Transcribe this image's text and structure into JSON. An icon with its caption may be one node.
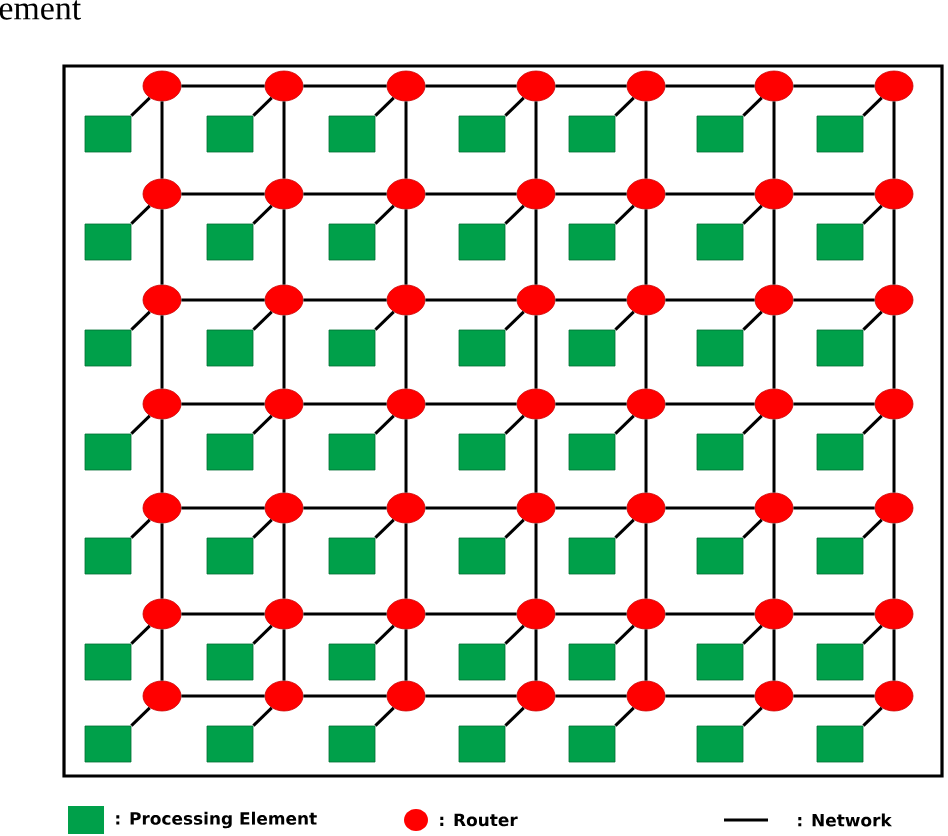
{
  "diagram": {
    "nodes": [
      {
        "text": [],
        "shape": "circle"
      },
      {
        "text": [],
        "shape": "circle"
      },
      {
        "text": [],
        "shape": "circle"
      },
      {
        "text": [],
        "shape": "circle"
      },
      {
        "text": [],
        "shape": "circle"
      },
      {
        "text": [],
        "shape": "circle"
      },
      {
        "text": [],
        "shape": "circle"
      },
      {
        "text": [],
        "shape": "circle"
      },
      {
        "text": [],
        "shape": "circle"
      },
      {
        "text": [],
        "shape": "circle"
      },
      {
        "text": [],
        "shape": "circle"
      },
      {
        "text": [],
        "shape": "circle"
      },
      {
        "text": [],
        "shape": "circle"
      },
      {
        "text": [],
        "shape": "circle"
      },
      {
        "text": [],
        "shape": "circle"
      },
      {
        "text": [],
        "shape": "circle"
      },
      {
        "text": [],
        "shape": "circle"
      },
      {
        "text": [],
        "shape": "circle"
      },
      {
        "text": [],
        "shape": "circle"
      },
      {
        "text": [],
        "shape": "circle"
      },
      {
        "text": [],
        "shape": "circle"
      },
      {
        "text": [],
        "shape": "circle"
      },
      {
        "text": [],
        "shape": "circle"
      },
      {
        "text": [],
        "shape": "circle"
      },
      {
        "text": [],
        "shape": "circle"
      },
      {
        "text": [],
        "shape": "circle"
      },
      {
        "text": [],
        "shape": "circle"
      },
      {
        "text": [],
        "shape": "circle"
      },
      {
        "text": [],
        "shape": "circle"
      },
      {
        "text": [],
        "shape": "circle"
      },
      {
        "text": [],
        "shape": "circle"
      },
      {
        "text": [],
        "shape": "circle"
      },
      {
        "text": [],
        "shape": "circle"
      },
      {
        "text": [],
        "shape": "circle"
      },
      {
        "text": [],
        "shape": "circle"
      },
      {
        "text": [],
        "shape": "circle"
      },
      {
        "text": [],
        "shape": "circle"
      },
      {
        "text": [],
        "shape": "circle"
      },
      {
        "text": [],
        "shape": "circle"
      },
      {
        "text": [],
        "shape": "circle"
      },
      {
        "text": [],
        "shape": "circle"
      },
      {
        "text": [],
        "shape": "circle"
      },
      {
        "text": [],
        "shape": "circle"
      },
      {
        "text": [],
        "shape": "circle"
      },
      {
        "text": [],
        "shape": "circle"
      },
      {
        "text": [],
        "shape": "circle"
      },
      {
        "text": [],
        "shape": "circle"
      },
      {
        "text": [],
        "shape": "circle"
      },
      {
        "text": [],
        "shape": "circle"
      },
      {
        "text": [],
        "shape": "box"
      },
      {
        "text": [],
        "shape": "box"
      },
      {
        "text": [],
        "shape": "box"
      },
      {
        "text": [],
        "shape": "box"
      },
      {
        "text": [],
        "shape": "box"
      },
      {
        "text": [],
        "shape": "box"
      },
      {
        "text": [],
        "shape": "box"
      },
      {
        "text": [],
        "shape": "box"
      },
      {
        "text": [],
        "shape": "box"
      },
      {
        "text": [],
        "shape": "box"
      },
      {
        "text": [],
        "shape": "box"
      },
      {
        "text": [],
        "shape": "box"
      },
      {
        "text": [],
        "shape": "box"
      },
      {
        "text": [],
        "shape": "box"
      },
      {
        "text": [],
        "shape": "box"
      },
      {
        "text": [],
        "shape": "box"
      },
      {
        "text": [],
        "shape": "box"
      },
      {
        "text": [],
        "shape": "box"
      },
      {
        "text": [],
        "shape": "box"
      },
      {
        "text": [],
        "shape": "box"
      },
      {
        "text": [],
        "shape": "box"
      },
      {
        "text": [],
        "shape": "box"
      },
      {
        "text": [],
        "shape": "box"
      },
      {
        "text": [],
        "shape": "box"
      },
      {
        "text": [],
        "shape": "box"
      },
      {
        "text": [],
        "shape": "box"
      },
      {
        "text": [],
        "shape": "box"
      },
      {
        "text": [],
        "shape": "box"
      },
      {
        "text": [],
        "shape": "box"
      },
      {
        "text": [],
        "shape": "box"
      },
      {
        "text": [],
        "shape": "box"
      },
      {
        "text": [],
        "shape": "box"
      },
      {
        "text": [],
        "shape": "box"
      },
      {
        "text": [],
        "shape": "box"
      },
      {
        "text": [],
        "shape": "box"
      },
      {
        "text": [],
        "shape": "box"
      },
      {
        "text": [],
        "shape": "box"
      },
      {
        "text": [],
        "shape": "box"
      },
      {
        "text": [],
        "shape": "box"
      },
      {
        "text": [],
        "shape": "box"
      },
      {
        "text": [],
        "shape": "box"
      },
      {
        "text": [],
        "shape": "box"
      },
      {
        "text": [],
        "shape": "box"
      },
      {
        "text": [],
        "shape": "box"
      },
      {
        "text": [],
        "shape": "box"
      },
      {
        "text": [],
        "shape": "box"
      },
      {
        "text": [],
        "shape": "box"
      },
      {
        "text": [],
        "shape": "box"
      },
      {
        "text": [],
        "shape": "box"
      }
    ],
    "edges": [
      {
        "from": 0,
        "to": 1,
        "arrow": "none"
      },
      {
        "from": 1,
        "to": 2,
        "arrow": "none"
      },
      {
        "from": 2,
        "to": 3,
        "arrow": "none"
      },
      {
        "from": 3,
        "to": 4,
        "arrow": "none"
      },
      {
        "from": 4,
        "to": 5,
        "arrow": "none"
      },
      {
        "from": 5,
        "to": 6,
        "arrow": "none"
      },
      {
        "from": 7,
        "to": 8,
        "arrow": "none"
      },
      {
        "from": 8,
        "to": 9,
        "arrow": "none"
      },
      {
        "from": 9,
        "to": 10,
        "arrow": "none"
      },
      {
        "from": 10,
        "to": 11,
        "arrow": "none"
      },
      {
        "from": 11,
        "to": 12,
        "arrow": "none"
      },
      {
        "from": 12,
        "to": 13,
        "arrow": "none"
      },
      {
        "from": 14,
        "to": 15,
        "arrow": "none"
      },
      {
        "from": 15,
        "to": 16,
        "arrow": "none"
      },
      {
        "from": 16,
        "to": 17,
        "arrow": "none"
      },
      {
        "from": 17,
        "to": 18,
        "arrow": "none"
      },
      {
        "from": 18,
        "to": 19,
        "arrow": "none"
      },
      {
        "from": 19,
        "to": 20,
        "arrow": "none"
      },
      {
        "from": 21,
        "to": 22,
        "arrow": "none"
      },
      {
        "from": 22,
        "to": 23,
        "arrow": "none"
      },
      {
        "from": 23,
        "to": 24,
        "arrow": "none"
      },
      {
        "from": 24,
        "to": 25,
        "arrow": "none"
      },
      {
        "from": 25,
        "to": 26,
        "arrow": "none"
      },
      {
        "from": 26,
        "to": 27,
        "arrow": "none"
      },
      {
        "from": 28,
        "to": 29,
        "arrow": "none"
      },
      {
        "from": 29,
        "to": 30,
        "arrow": "none"
      },
      {
        "from": 30,
        "to": 31,
        "arrow": "none"
      },
      {
        "from": 31,
        "to": 32,
        "arrow": "none"
      },
      {
        "from": 32,
        "to": 33,
        "arrow": "none"
      },
      {
        "from": 33,
        "to": 34,
        "arrow": "none"
      },
      {
        "from": 35,
        "to": 36,
        "arrow": "none"
      },
      {
        "from": 36,
        "to": 37,
        "arrow": "none"
      },
      {
        "from": 37,
        "to": 38,
        "arrow": "none"
      },
      {
        "from": 38,
        "to": 39,
        "arrow": "none"
      },
      {
        "from": 39,
        "to": 40,
        "arrow": "none"
      },
      {
        "from": 40,
        "to": 41,
        "arrow": "none"
      },
      {
        "from": 42,
        "to": 43,
        "arrow": "none"
      },
      {
        "from": 43,
        "to": 44,
        "arrow": "none"
      },
      {
        "from": 44,
        "to": 45,
        "arrow": "none"
      },
      {
        "from": 45,
        "to": 46,
        "arrow": "none"
      },
      {
        "from": 46,
        "to": 47,
        "arrow": "none"
      },
      {
        "from": 47,
        "to": 48,
        "arrow": "none"
      },
      {
        "from": 0,
        "to": 7,
        "arrow": "none"
      },
      {
        "from": 1,
        "to": 8,
        "arrow": "none"
      },
      {
        "from": 2,
        "to": 9,
        "arrow": "none"
      },
      {
        "from": 3,
        "to": 10,
        "arrow": "none"
      },
      {
        "from": 4,
        "to": 11,
        "arrow": "none"
      },
      {
        "from": 5,
        "to": 12,
        "arrow": "none"
      },
      {
        "from": 6,
        "to": 13,
        "arrow": "none"
      },
      {
        "from": 7,
        "to": 14,
        "arrow": "none"
      },
      {
        "from": 8,
        "to": 15,
        "arrow": "none"
      },
      {
        "from": 9,
        "to": 16,
        "arrow": "none"
      },
      {
        "from": 10,
        "to": 17,
        "arrow": "none"
      },
      {
        "from": 11,
        "to": 18,
        "arrow": "none"
      },
      {
        "from": 12,
        "to": 19,
        "arrow": "none"
      },
      {
        "from": 13,
        "to": 20,
        "arrow": "none"
      },
      {
        "from": 14,
        "to": 21,
        "arrow": "none"
      },
      {
        "from": 15,
        "to": 22,
        "arrow": "none"
      },
      {
        "from": 16,
        "to": 23,
        "arrow": "none"
      },
      {
        "from": 17,
        "to": 24,
        "arrow": "none"
      },
      {
        "from": 18,
        "to": 25,
        "arrow": "none"
      },
      {
        "from": 19,
        "to": 26,
        "arrow": "none"
      },
      {
        "from": 20,
        "to": 27,
        "arrow": "none"
      },
      {
        "from": 21,
        "to": 28,
        "arrow": "none"
      },
      {
        "from": 22,
        "to": 29,
        "arrow": "none"
      },
      {
        "from": 23,
        "to": 30,
        "arrow": "none"
      },
      {
        "from": 24,
        "to": 31,
        "arrow": "none"
      },
      {
        "from": 25,
        "to": 32,
        "arrow": "none"
      },
      {
        "from": 26,
        "to": 33,
        "arrow": "none"
      },
      {
        "from": 27,
        "to": 34,
        "arrow": "none"
      },
      {
        "from": 28,
        "to": 35,
        "arrow": "none"
      },
      {
        "from": 29,
        "to": 36,
        "arrow": "none"
      },
      {
        "from": 30,
        "to": 37,
        "arrow": "none"
      },
      {
        "from": 31,
        "to": 38,
        "arrow": "none"
      },
      {
        "from": 32,
        "to": 39,
        "arrow": "none"
      },
      {
        "from": 33,
        "to": 40,
        "arrow": "none"
      },
      {
        "from": 34,
        "to": 41,
        "arrow": "none"
      },
      {
        "from": 35,
        "to": 42,
        "arrow": "none"
      },
      {
        "from": 36,
        "to": 43,
        "arrow": "none"
      },
      {
        "from": 37,
        "to": 44,
        "arrow": "none"
      },
      {
        "from": 38,
        "to": 45,
        "arrow": "none"
      },
      {
        "from": 39,
        "to": 46,
        "arrow": "none"
      },
      {
        "from": 40,
        "to": 47,
        "arrow": "none"
      },
      {
        "from": 41,
        "to": 48,
        "arrow": "none"
      },
      {
        "from": 49,
        "to": 0,
        "arrow": "none"
      },
      {
        "from": 50,
        "to": 1,
        "arrow": "none"
      },
      {
        "from": 51,
        "to": 2,
        "arrow": "none"
      },
      {
        "from": 52,
        "to": 3,
        "arrow": "none"
      },
      {
        "from": 53,
        "to": 4,
        "arrow": "none"
      },
      {
        "from": 54,
        "to": 5,
        "arrow": "none"
      },
      {
        "from": 55,
        "to": 6,
        "arrow": "none"
      },
      {
        "from": 56,
        "to": 7,
        "arrow": "none"
      },
      {
        "from": 57,
        "to": 8,
        "arrow": "none"
      },
      {
        "from": 58,
        "to": 9,
        "arrow": "none"
      },
      {
        "from": 59,
        "to": 10,
        "arrow": "none"
      },
      {
        "from": 60,
        "to": 11,
        "arrow": "none"
      },
      {
        "from": 61,
        "to": 12,
        "arrow": "none"
      },
      {
        "from": 62,
        "to": 13,
        "arrow": "none"
      },
      {
        "from": 63,
        "to": 14,
        "arrow": "none"
      },
      {
        "from": 64,
        "to": 15,
        "arrow": "none"
      },
      {
        "from": 65,
        "to": 16,
        "arrow": "none"
      },
      {
        "from": 66,
        "to": 17,
        "arrow": "none"
      },
      {
        "from": 67,
        "to": 18,
        "arrow": "none"
      },
      {
        "from": 68,
        "to": 19,
        "arrow": "none"
      },
      {
        "from": 69,
        "to": 20,
        "arrow": "none"
      },
      {
        "from": 70,
        "to": 21,
        "arrow": "none"
      },
      {
        "from": 71,
        "to": 22,
        "arrow": "none"
      },
      {
        "from": 72,
        "to": 23,
        "arrow": "none"
      },
      {
        "from": 73,
        "to": 24,
        "arrow": "none"
      },
      {
        "from": 74,
        "to": 25,
        "arrow": "none"
      },
      {
        "from": 75,
        "to": 26,
        "arrow": "none"
      },
      {
        "from": 76,
        "to": 27,
        "arrow": "none"
      },
      {
        "from": 77,
        "to": 28,
        "arrow": "none"
      },
      {
        "from": 78,
        "to": 29,
        "arrow": "none"
      },
      {
        "from": 79,
        "to": 30,
        "arrow": "none"
      },
      {
        "from": 80,
        "to": 31,
        "arrow": "none"
      },
      {
        "from": 81,
        "to": 32,
        "arrow": "none"
      },
      {
        "from": 82,
        "to": 33,
        "arrow": "none"
      },
      {
        "from": 83,
        "to": 34,
        "arrow": "none"
      },
      {
        "from": 84,
        "to": 35,
        "arrow": "none"
      },
      {
        "from": 85,
        "to": 36,
        "arrow": "none"
      },
      {
        "from": 86,
        "to": 37,
        "arrow": "none"
      },
      {
        "from": 87,
        "to": 38,
        "arrow": "none"
      },
      {
        "from": 88,
        "to": 39,
        "arrow": "none"
      },
      {
        "from": 89,
        "to": 40,
        "arrow": "none"
      },
      {
        "from": 90,
        "to": 41,
        "arrow": "none"
      },
      {
        "from": 91,
        "to": 42,
        "arrow": "none"
      },
      {
        "from": 92,
        "to": 43,
        "arrow": "none"
      },
      {
        "from": 93,
        "to": 44,
        "arrow": "none"
      },
      {
        "from": 94,
        "to": 45,
        "arrow": "none"
      },
      {
        "from": 95,
        "to": 46,
        "arrow": "none"
      },
      {
        "from": 96,
        "to": 47,
        "arrow": "none"
      },
      {
        "from": 97,
        "to": 48,
        "arrow": "none"
      }
    ],
    "labels": [
      "ement"
    ],
    "legend": [
      {
        "text": ": Processing Element",
        "color": "#00a04a"
      },
      {
        "text": ": Router",
        "color": "#ff0000"
      },
      {
        "text": ": Network"
      }
    ]
  }
}
